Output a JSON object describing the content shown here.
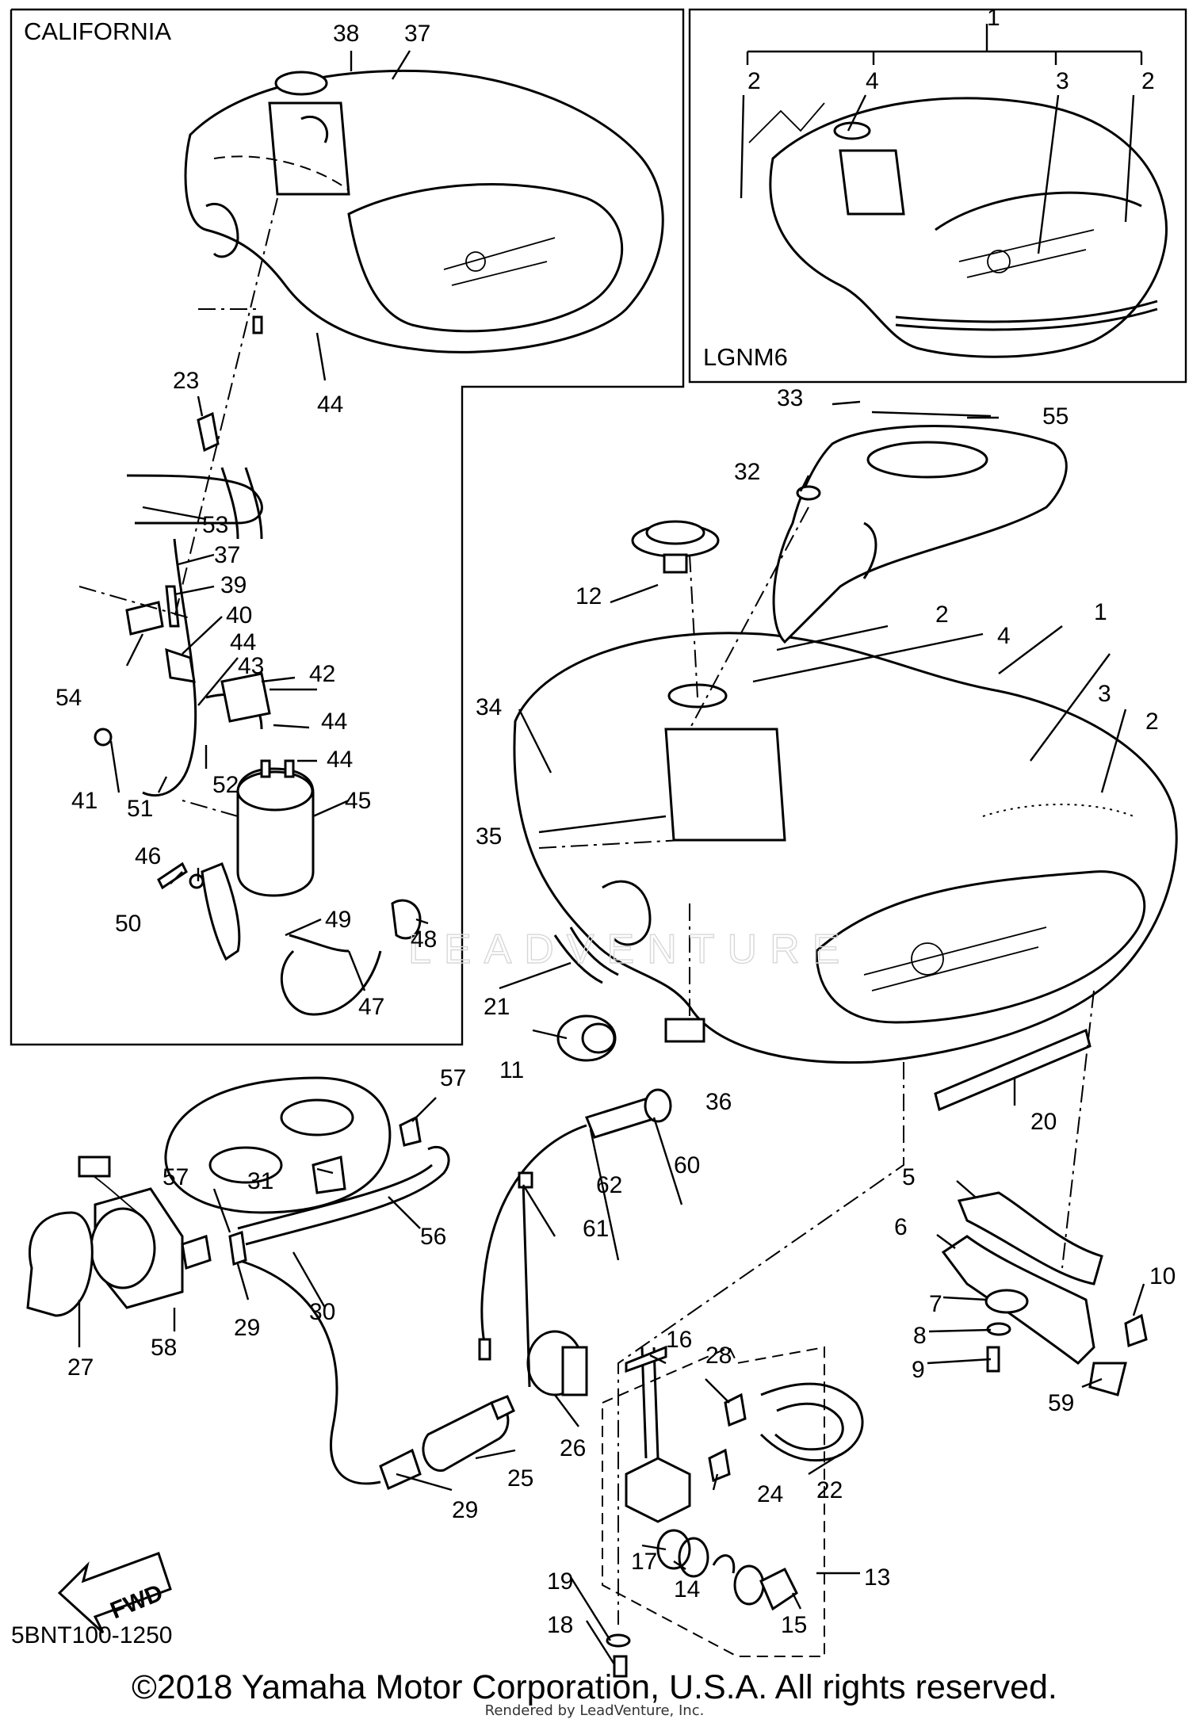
{
  "insets": {
    "california": "CALIFORNIA",
    "lgnm6": "LGNM6"
  },
  "diagram_code": "5BNT100-1250",
  "fwd_label": "FWD",
  "watermark": "LEADVENTURE",
  "footer": {
    "copyright": "©2018 Yamaha Motor Corporation, U.S.A. All rights reserved.",
    "rendered": "Rendered by LeadVenture, Inc."
  },
  "callouts": [
    "1",
    "2",
    "3",
    "4",
    "5",
    "6",
    "7",
    "8",
    "9",
    "10",
    "11",
    "12",
    "13",
    "14",
    "15",
    "16",
    "17",
    "18",
    "19",
    "20",
    "21",
    "22",
    "23",
    "24",
    "25",
    "26",
    "27",
    "28",
    "29",
    "30",
    "31",
    "32",
    "33",
    "34",
    "35",
    "36",
    "37",
    "38",
    "39",
    "40",
    "41",
    "42",
    "43",
    "44",
    "45",
    "46",
    "47",
    "48",
    "49",
    "50",
    "51",
    "52",
    "53",
    "54",
    "55",
    "56",
    "57",
    "58",
    "59",
    "60",
    "61",
    "62"
  ],
  "icons": [
    "fuel-tank",
    "tank-cover",
    "fuel-cock",
    "fuel-filter",
    "fuel-pump",
    "canister",
    "fwd-arrow"
  ]
}
